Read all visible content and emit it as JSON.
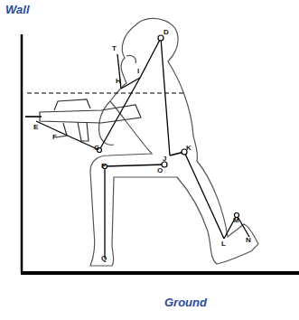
{
  "diagram": {
    "labels": [
      "Wall",
      "Ground",
      "T",
      "D",
      "H",
      "I",
      "E",
      "F",
      "G",
      "P",
      "O",
      "J",
      "K",
      "Q",
      "L",
      "M",
      "N"
    ]
  }
}
